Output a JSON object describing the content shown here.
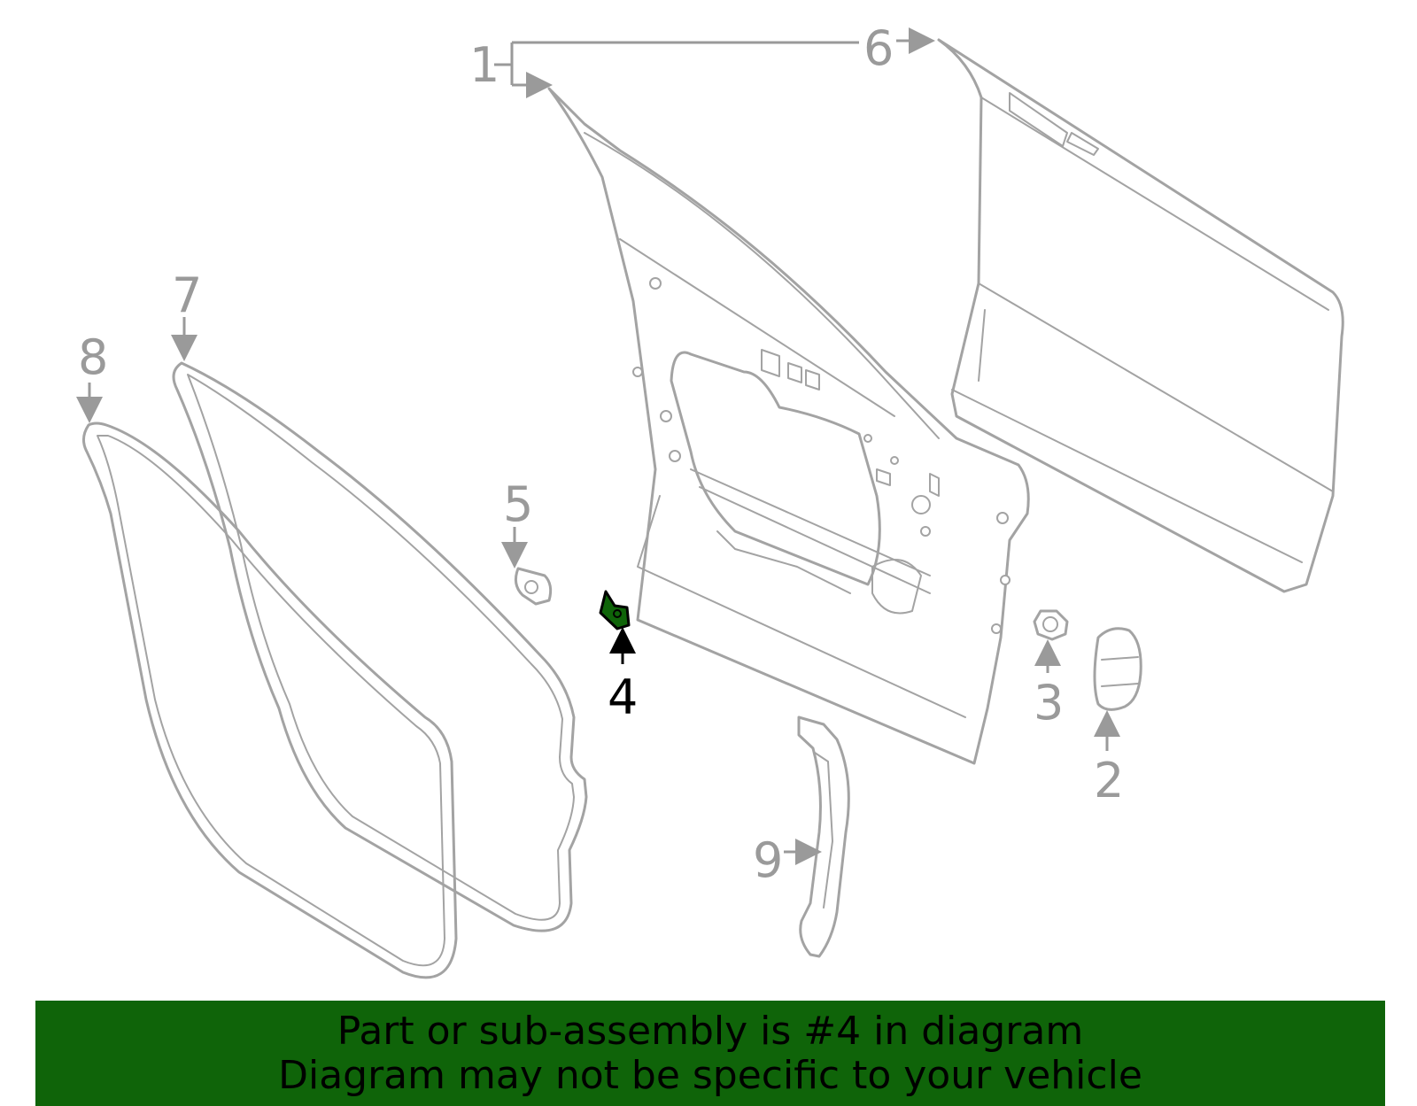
{
  "callouts": {
    "c1": "1",
    "c2": "2",
    "c3": "3",
    "c4": "4",
    "c5": "5",
    "c6": "6",
    "c7": "7",
    "c8": "8",
    "c9": "9"
  },
  "highlighted_part": "4",
  "colors": {
    "highlight": "#0f6409",
    "line_art": "#a3a3a3",
    "callout_text": "#9a9a9a",
    "active_callout": "#000000"
  },
  "banner": {
    "line1": "Part or sub-assembly is #4 in diagram",
    "line2": "Diagram may not be specific to your vehicle"
  }
}
